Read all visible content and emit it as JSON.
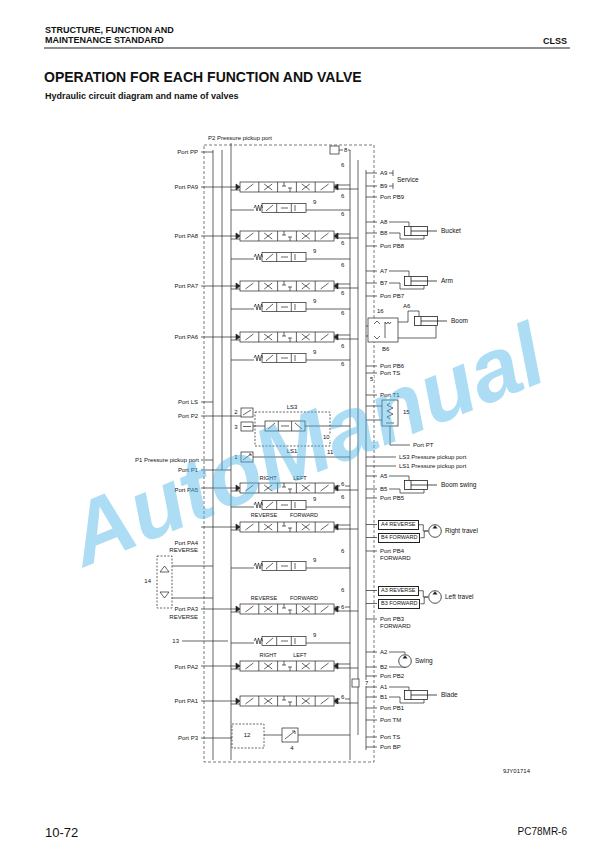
{
  "diagram": {
    "title": "OPERATION FOR EACH FUNCTION AND VALVE",
    "nodes": [
      {
        "text": [
          "Bucket"
        ]
      },
      {
        "text": [
          "Arm"
        ]
      },
      {
        "text": [
          "Boom"
        ]
      },
      {
        "text": [
          "Boom swing"
        ]
      },
      {
        "text": [
          "A4 REVERSE"
        ]
      },
      {
        "text": [
          "B4 FORWARD"
        ]
      },
      {
        "text": [
          "Right travel"
        ]
      },
      {
        "text": [
          "A3 REVERSE"
        ]
      },
      {
        "text": [
          "B3 FORWARD"
        ]
      },
      {
        "text": [
          "Left travel"
        ]
      },
      {
        "text": [
          "Swing"
        ]
      },
      {
        "text": [
          "Blade"
        ]
      }
    ],
    "edges": [
      {
        "from": 4,
        "to": 6,
        "arrow": "none"
      },
      {
        "from": 5,
        "to": 6,
        "arrow": "none"
      },
      {
        "from": 7,
        "to": 9,
        "arrow": "none"
      },
      {
        "from": 8,
        "to": 9,
        "arrow": "none"
      }
    ],
    "labels": [
      "STRUCTURE, FUNCTION AND MAINTENANCE STANDARD",
      "CLSS",
      "Hydraulic circuit diagram and name of valves",
      "P2 Pressure pickup port",
      "Port PP",
      "8",
      "A9",
      "Service",
      "B9",
      "Port PB9",
      "Port PA9",
      "Port PA8",
      "A8",
      "B8",
      "Port PB8",
      "Port PA7",
      "A7",
      "B7",
      "Port PB7",
      "16",
      "A6",
      "B6",
      "Port PA6",
      "Port PB6",
      "5",
      "Port TS",
      "Port T1",
      "Port LS",
      "Port P2",
      "LS3",
      "2",
      "15",
      "3",
      "10",
      "11",
      "Port PT",
      "1",
      "LS1",
      "P1 Pressure pickup port",
      "LS3 Pressure pickup port",
      "LS1 Pressure pickup port",
      "Port P1",
      "A5",
      "B5",
      "Port PA5",
      "Port PB5",
      "RIGHT",
      "LEFT",
      "REVERSE",
      "FORWARD",
      "Port PA4",
      "REVERSE",
      "Port PB4",
      "FORWARD",
      "14",
      "REVERSE",
      "FORWARD",
      "Port PA3",
      "REVERSE",
      "Port PB3",
      "FORWARD",
      "13",
      "A2",
      "RIGHT",
      "LEFT",
      "Port PA2",
      "B2",
      "Port PB2",
      "7",
      "A1",
      "Port PA1",
      "B1",
      "Port PB1",
      "Port TM",
      "12",
      "4",
      "Port P3",
      "Port TS",
      "Port BP",
      "9JY01714",
      "10-72",
      "PC78MR-6",
      "AutoManual",
      "6",
      "6",
      "6",
      "6",
      "6",
      "6",
      "6",
      "6",
      "6",
      "6",
      "6",
      "6",
      "6",
      "6",
      "6",
      "9",
      "9",
      "9",
      "9",
      "9",
      "9",
      "9"
    ]
  }
}
